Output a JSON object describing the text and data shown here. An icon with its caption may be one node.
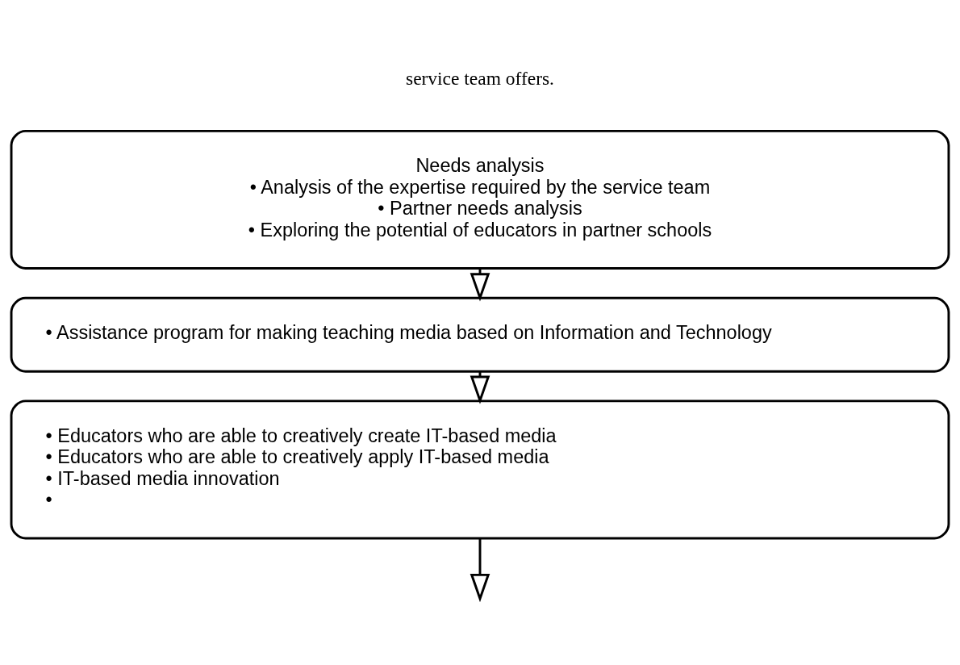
{
  "diagram": {
    "nodes": [
      {
        "text": [
          "Needs analysis",
          "• Analysis of the expertise required by the service team",
          "• Partner needs analysis",
          "• Exploring the potential of educators in partner schools"
        ]
      },
      {
        "text": [
          "• Assistance program for making teaching media based on Information and Technology"
        ]
      },
      {
        "text": [
          "• Educators who are able to creatively create IT-based media",
          "• Educators who are able to creatively apply IT-based media",
          "• IT-based media innovation",
          "•"
        ]
      }
    ],
    "edges": [
      {
        "from": 0,
        "to": 1,
        "arrow": "to"
      },
      {
        "from": 1,
        "to": 2,
        "arrow": "to"
      },
      {
        "from": 2,
        "to": null,
        "arrow": "to"
      }
    ],
    "labels": [
      "service team offers."
    ]
  }
}
